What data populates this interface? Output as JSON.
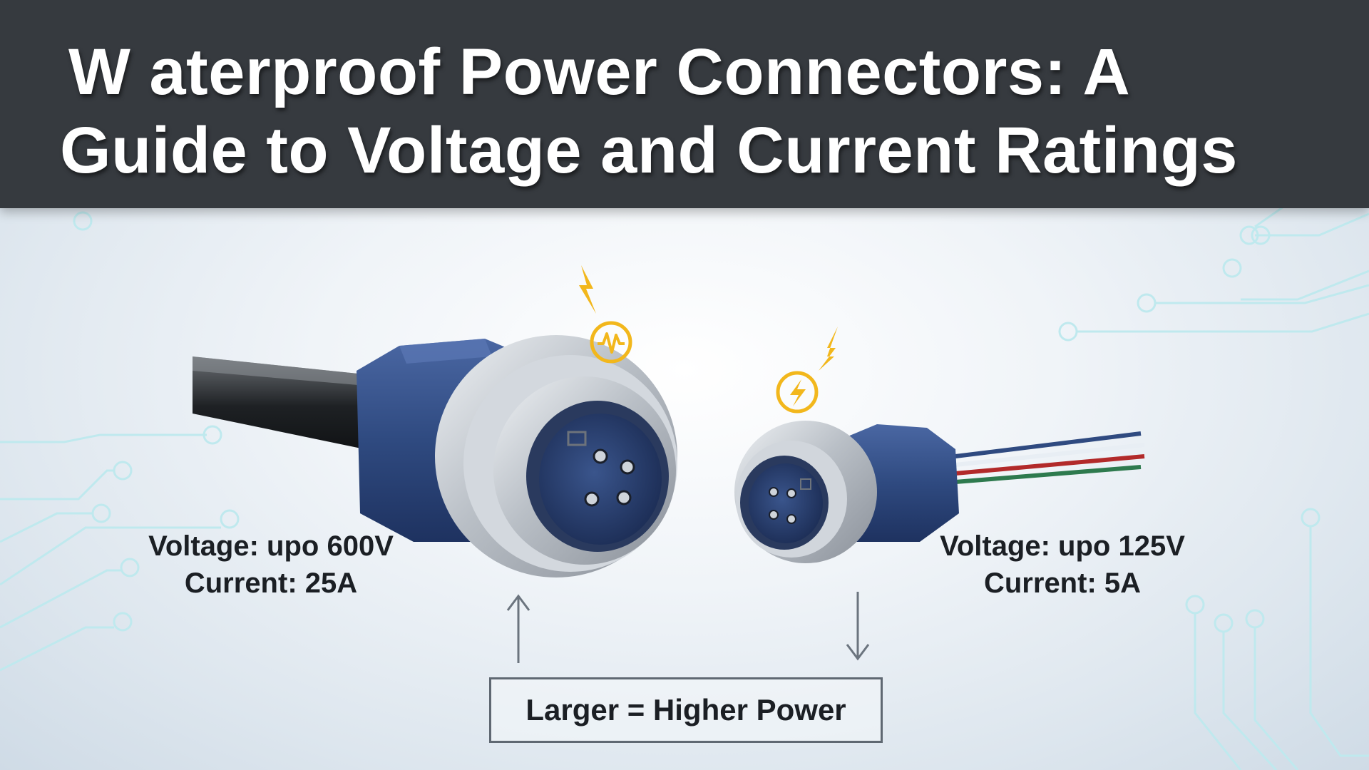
{
  "header": {
    "title_line1": "W aterproof Power Connectors: A",
    "title_line2": "Guide to Voltage and Current Ratings"
  },
  "left_connector": {
    "voltage": "Voltage: upo 600V",
    "current": "Current: 25A",
    "icon": "ac-wave-icon"
  },
  "right_connector": {
    "voltage": "Voltage: upo 125V",
    "current": "Current: 5A",
    "icon": "lightning-bolt-icon"
  },
  "callout": {
    "label": "Larger = Higher Power"
  },
  "colors": {
    "header_bg": "#363a3f",
    "connector_blue": "#2f4a80",
    "metal": "#c4c9cf",
    "accent_yellow": "#f2b71c",
    "circuit_line": "#bfe9ee"
  }
}
